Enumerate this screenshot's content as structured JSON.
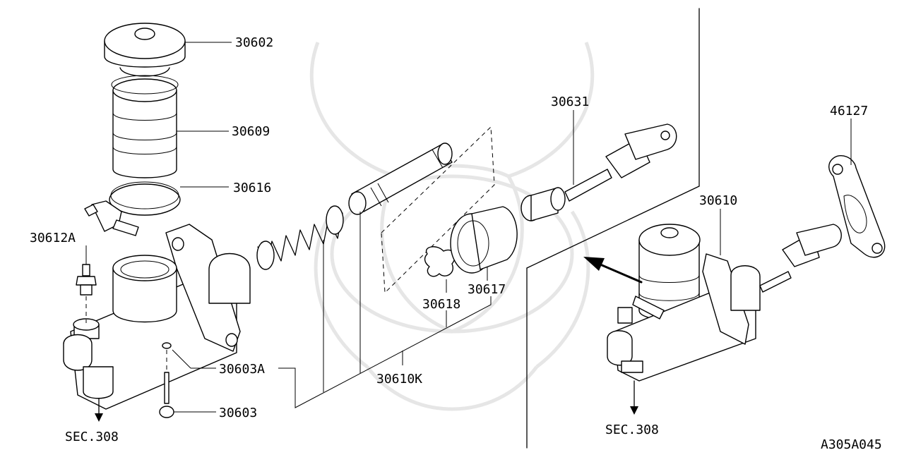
{
  "diagram": {
    "figure_code": "A305A045",
    "part_labels": {
      "p30602": "30602",
      "p30609": "30609",
      "p30616": "30616",
      "p30612A": "30612A",
      "p30603A": "30603A",
      "p30603": "30603",
      "p30610K": "30610K",
      "p30617": "30617",
      "p30618": "30618",
      "p30631": "30631",
      "p46127": "46127",
      "p30610": "30610"
    },
    "section_refs": {
      "left": "SEC.308",
      "right": "SEC.308"
    }
  }
}
